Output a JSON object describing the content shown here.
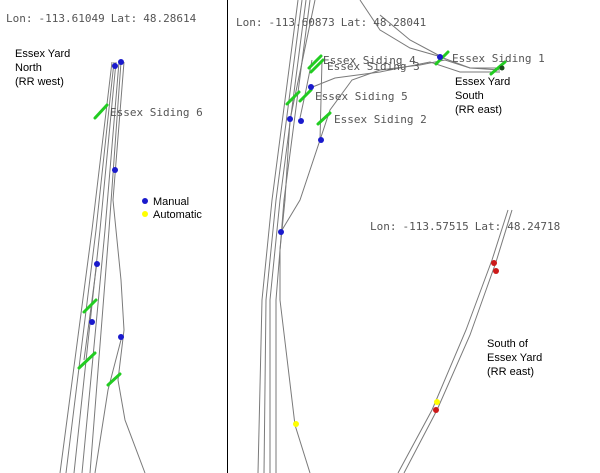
{
  "colors": {
    "manual": "#1a1acc",
    "automatic": "#ffff00",
    "red": "#cc1a1a",
    "switch": "#22cc22",
    "track": "#7a7a7a"
  },
  "left_panel": {
    "coord": {
      "lon_label": "Lon:",
      "lon": "-113.61049",
      "lat_label": "Lat:",
      "lat": "48.28614"
    },
    "title_lines": [
      "Essex Yard",
      "North",
      "(RR west)"
    ],
    "siding_label": "Essex Siding 6",
    "legend": {
      "manual": "Manual",
      "automatic": "Automatic"
    }
  },
  "right_panel": {
    "coord_top": {
      "lon_label": "Lon:",
      "lon": "-113.60873",
      "lat_label": "Lat:",
      "lat": "48.28041"
    },
    "sidings": [
      "Essex Siding 4",
      "Essex Siding 3",
      "Essex Siding 1",
      "Essex Siding 5",
      "Essex Siding 2"
    ],
    "south_lines": [
      "Essex Yard",
      "South",
      "(RR east)"
    ],
    "coord_mid": {
      "lon_label": "Lon:",
      "lon": "-113.57515",
      "lat_label": "Lat:",
      "lat": "48.24718"
    },
    "south_of_lines": [
      "South of",
      "Essex Yard",
      "(RR east)"
    ]
  }
}
